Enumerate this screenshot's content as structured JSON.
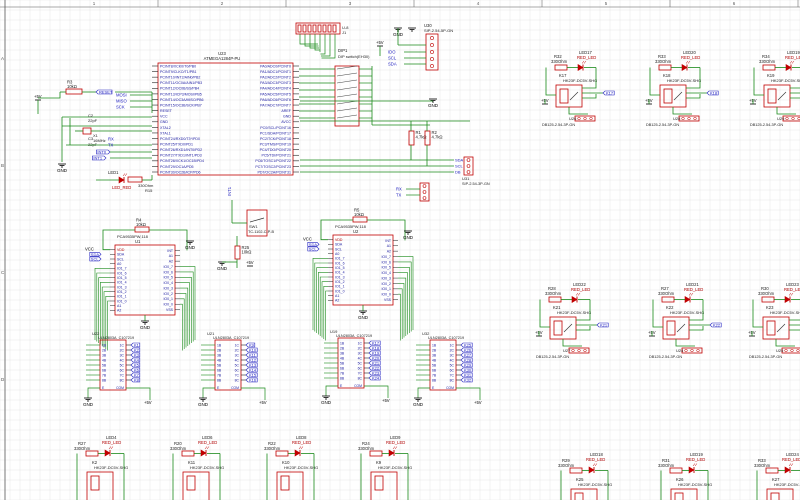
{
  "frame": {
    "col_labels": [
      "1",
      "2",
      "3",
      "4",
      "5",
      "6"
    ],
    "row_labels": [
      "A",
      "B",
      "C",
      "D"
    ]
  },
  "mcu": {
    "ref": "U23",
    "part": "ATMEGA1284P-PU",
    "left_pins": [
      "PCINT8/XCK0/T0/PB0",
      "PCINT9/CLKO/T1/PB1",
      "PCINT10/INT2/AIN0/PB2",
      "PCINT11/OC0A/AIN1/PB3",
      "PCINT12/OC0B/SS/PB4",
      "PCINT13/ICP3/MOSI/PB5",
      "PCINT14/OC3A/MISO/PB6",
      "PCINT15/OC3B/SCK/PB7",
      "RESET",
      "VCC",
      "GND",
      "XTAL2",
      "XTAL1",
      "PCINT24/RXD0/T3*/PD0",
      "PCINT25/TXD0/PD1",
      "PCINT26/RXD1/INT0/PD2",
      "PCINT27/TXD1/INT1/PD3",
      "PCINT28/XCK1/OC1B/PD4",
      "PCINT29/OC1A/PD5",
      "PCINT30/OC2B/ICP/PD6"
    ],
    "right_pins": [
      "PA0/ADC0/PCINT0",
      "PA1/ADC1/PCINT1",
      "PA2/ADC2/PCINT2",
      "PA3/ADC3/PCINT3",
      "PA4/ADC4/PCINT4",
      "PA5/ADC5/PCINT5",
      "PA6/ADC6/PCINT6",
      "PA7/ADC7/PCINT7",
      "AREF",
      "GND",
      "AVCC",
      "PC0/SCL/PCINT16",
      "PC1/SDA/PCINT17",
      "PC2/TCK/PCINT18",
      "PC3/TMS/PCINT19",
      "PC4/TDO/PCINT20",
      "PC5/TDI/PCINT21",
      "PC6/TOSC1/PCINT22",
      "PC7/TOSC2/PCINT23",
      "PD7/OC2A/PCINT31"
    ]
  },
  "left_parts": {
    "r3": "R3",
    "r3_value": "10kΩ",
    "r3_net": "RESET",
    "vcc": "+5V",
    "c2": "C2",
    "c2_value": "22pF",
    "c3": "C3",
    "c3_value": "22pF",
    "x1": "X1",
    "x1_value": "16MHz",
    "gnd": "GND",
    "led": "LED1",
    "led_label": "LED_RED",
    "r15": "R15",
    "r15_value": "330Ohm",
    "spi_nets": [
      "MOSI",
      "MISO",
      "SCK"
    ],
    "serial_nets": [
      "RX",
      "TX"
    ],
    "int_nets": [
      "INT0",
      "INT1"
    ]
  },
  "dip": {
    "ref": "DIP1",
    "part": "DIP switch(EH30)",
    "top_ref": "U-8",
    "header": "J1"
  },
  "header_top": {
    "ref": "U30",
    "part": "SIP-2.54-5P-GN",
    "vcc": "+5V",
    "gnd": "GND",
    "nets": [
      "IDO",
      "SCL",
      "SDA"
    ]
  },
  "header_mid": {
    "ref": "U31",
    "part": "SIP-2.54-3P-GN",
    "nets": [
      "SDA",
      "SCL",
      "DB"
    ]
  },
  "header_rx": {
    "ref": "U32",
    "nets": [
      "RX",
      "TX"
    ]
  },
  "r1r2": {
    "r1": "R1",
    "r1_value": "4.7kΩ",
    "r2": "R2",
    "r2_value": "4.7kΩ",
    "gnd": "GND"
  },
  "relay_modules": [
    {
      "led": "LED17",
      "led_label": "RED_LED",
      "res": "R32",
      "res_value": "330Ohm",
      "relay": "K17",
      "relay_part": "HK23F-DC5V-SHG",
      "header": "U26",
      "header_part": "DB125-2.54-3P-GN",
      "out": "K17",
      "vcc": "+5V"
    },
    {
      "led": "LED20",
      "led_label": "RED_LED",
      "res": "R33",
      "res_value": "330Ohm",
      "relay": "K18",
      "relay_part": "HK23F-DC5V-SHG",
      "header": "U28",
      "header_part": "DB125-2.54-3P-GN",
      "out": "K18",
      "vcc": "+5V"
    },
    {
      "led": "LED19",
      "led_label": "RED_LED",
      "res": "R34",
      "res_value": "330Ohm",
      "relay": "K19",
      "relay_part": "HK23F-DC5V-SHG",
      "header": "U29",
      "header_part": "DB125-2.54-3P-GN",
      "out": "K19",
      "vcc": "+5V"
    },
    {
      "led": "LED22",
      "led_label": "RED_LED",
      "res": "R28",
      "res_value": "330Ohm",
      "relay": "K21",
      "relay_part": "HK23F-DC5V-SHG",
      "header": "U27",
      "header_part": "DB125-2.54-3P-GN",
      "out": "K21",
      "vcc": "+5V"
    },
    {
      "led": "LED21",
      "led_label": "RED_LED",
      "res": "R27",
      "res_value": "330Ohm",
      "relay": "K22",
      "relay_part": "HK23F-DC5V-SHG",
      "header": "U24",
      "header_part": "DB125-2.54-3P-GN",
      "out": "K22",
      "vcc": "+5V"
    },
    {
      "led": "LED23",
      "led_label": "RED_LED",
      "res": "R30",
      "res_value": "330Ohm",
      "relay": "K23",
      "relay_part": "HK23F-DC5V-SHG",
      "header": "U25",
      "header_part": "DB125-2.54-3P-GN",
      "out": "K23",
      "vcc": "+5V"
    }
  ],
  "bottom_relays": [
    {
      "led": "LED4",
      "led_label": "RED_LED",
      "res": "R27",
      "res_value": "330Ohm",
      "relay": "K2",
      "relay_part": "HK23F-DC5V-SHG"
    },
    {
      "led": "LED6",
      "led_label": "RED_LED",
      "res": "R20",
      "res_value": "330Ohm",
      "relay": "K11",
      "relay_part": "HK23F-DC5V-SHG"
    },
    {
      "led": "LED8",
      "led_label": "RED_LED",
      "res": "R22",
      "res_value": "330Ohm",
      "relay": "K10",
      "relay_part": "HK23F-DC5V-SHG"
    },
    {
      "led": "LED9",
      "led_label": "RED_LED",
      "res": "R24",
      "res_value": "330Ohm",
      "relay": "K9",
      "relay_part": "HK23F-DC5V-SHG"
    },
    {
      "led": "LED18",
      "led_label": "RED_LED",
      "res": "R29",
      "res_value": "330Ohm",
      "relay": "K25",
      "relay_part": "HK23F-DC5V-SHG"
    },
    {
      "led": "LED19",
      "led_label": "RED_LED",
      "res": "R31",
      "res_value": "330Ohm",
      "relay": "K26",
      "relay_part": "HK23F-DC5V-SHG"
    },
    {
      "led": "LED24",
      "led_label": "RED_LED",
      "res": "R33",
      "res_value": "330Ohm",
      "relay": "K27",
      "relay_part": "HK23F-DC5V-SHG"
    }
  ],
  "expanders": [
    {
      "ref": "U1",
      "part": "PCA9535PW,118",
      "res": "R4",
      "res_value": "10kΩ",
      "vcc": "VCC",
      "gnd": "GND",
      "pins_left": [
        "VDD",
        "SDA",
        "SCL",
        "A0",
        "IO1_7",
        "IO1_6",
        "IO1_5",
        "IO1_4",
        "IO1_3",
        "IO1_2",
        "IO1_1",
        "IO1_0",
        "A1",
        "A2"
      ],
      "pins_right": [
        "INT",
        "A1",
        "A2",
        "IO0_7",
        "IO0_6",
        "IO0_5",
        "IO0_4",
        "IO0_3",
        "IO0_2",
        "IO0_1",
        "IO0_0",
        "VSS"
      ],
      "nets": [
        "SDA",
        "SCL"
      ]
    },
    {
      "ref": "U2",
      "part": "PCA9535PW,118",
      "res": "R5",
      "res_value": "10kΩ",
      "vcc": "VCC",
      "gnd": "GND",
      "pins_left": [
        "VDD",
        "SDA",
        "SCL",
        "A0",
        "IO1_7",
        "IO1_6",
        "IO1_5",
        "IO1_4",
        "IO1_3",
        "IO1_2",
        "IO1_1",
        "IO1_0",
        "A1",
        "A2"
      ],
      "pins_right": [
        "INT",
        "A1",
        "A2",
        "IO0_7",
        "IO0_6",
        "IO0_5",
        "IO0_4",
        "IO0_3",
        "IO0_2",
        "IO0_1",
        "IO0_0",
        "VSS"
      ],
      "nets": [
        "SDA",
        "SCL"
      ]
    }
  ],
  "switch_block": {
    "ref": "SW1",
    "part": "TC-1102-C-P-B",
    "res": "R25",
    "res_value": "10kΩ",
    "vcc": "+5V",
    "gnd": "GND",
    "net": "INT1"
  },
  "drivers": [
    {
      "ref": "U22",
      "part": "ULN2803A_C107219",
      "in": [
        "1B",
        "2B",
        "3B",
        "4B",
        "5B",
        "6B",
        "7B",
        "8B"
      ],
      "out": [
        "1C",
        "2C",
        "3C",
        "4C",
        "5C",
        "6C",
        "7C",
        "8C"
      ],
      "gnd_pin": "E",
      "com_pin": "COM",
      "nets": [
        "K1",
        "K2",
        "K3",
        "K4",
        "K5",
        "K6",
        "K7",
        "K8"
      ],
      "gnd": "GND",
      "vcc": "+5V"
    },
    {
      "ref": "U21",
      "part": "ULN2803A_C107219",
      "in": [
        "1B",
        "2B",
        "3B",
        "4B",
        "5B",
        "6B",
        "7B",
        "8B"
      ],
      "out": [
        "1C",
        "2C",
        "3C",
        "4C",
        "5C",
        "6C",
        "7C",
        "8C"
      ],
      "gnd_pin": "E",
      "com_pin": "COM",
      "nets": [
        "K9",
        "K10",
        "K11",
        "K12",
        "K13",
        "K14",
        "K15",
        "K16"
      ],
      "gnd": "GND",
      "vcc": "+5V"
    },
    {
      "ref": "U19",
      "part": "ULN2803A_C107219",
      "in": [
        "1B",
        "2B",
        "3B",
        "4B",
        "5B",
        "6B",
        "7B",
        "8B"
      ],
      "out": [
        "1C",
        "2C",
        "3C",
        "4C",
        "5C",
        "6C",
        "7C",
        "8C"
      ],
      "gnd_pin": "E",
      "com_pin": "COM",
      "nets": [
        "K17",
        "K18",
        "K19",
        "K20",
        "K21",
        "K22",
        "K23",
        "K24"
      ],
      "gnd": "GND",
      "vcc": "+5V"
    },
    {
      "ref": "U32",
      "part": "ULN2803A_C107219",
      "in": [
        "1B",
        "2B",
        "3B",
        "4B",
        "5B",
        "6B",
        "7B",
        "8B"
      ],
      "out": [
        "1C",
        "2C",
        "3C",
        "4C",
        "5C",
        "6C",
        "7C",
        "8C"
      ],
      "gnd_pin": "E",
      "com_pin": "COM",
      "nets": [
        "K25",
        "K26",
        "K27",
        "K28",
        "K29",
        "K30",
        "K31",
        "K32"
      ],
      "gnd": "GND",
      "vcc": "+5V"
    }
  ],
  "colors": {
    "wire": "#1a8a1a",
    "body": "#c00000",
    "pin_text": "#1a1aa0",
    "net": "#2020c0",
    "label_red": "#b00000",
    "comp_text": "#222222",
    "grid": "#dcdcdc",
    "bg": "#ffffff"
  }
}
